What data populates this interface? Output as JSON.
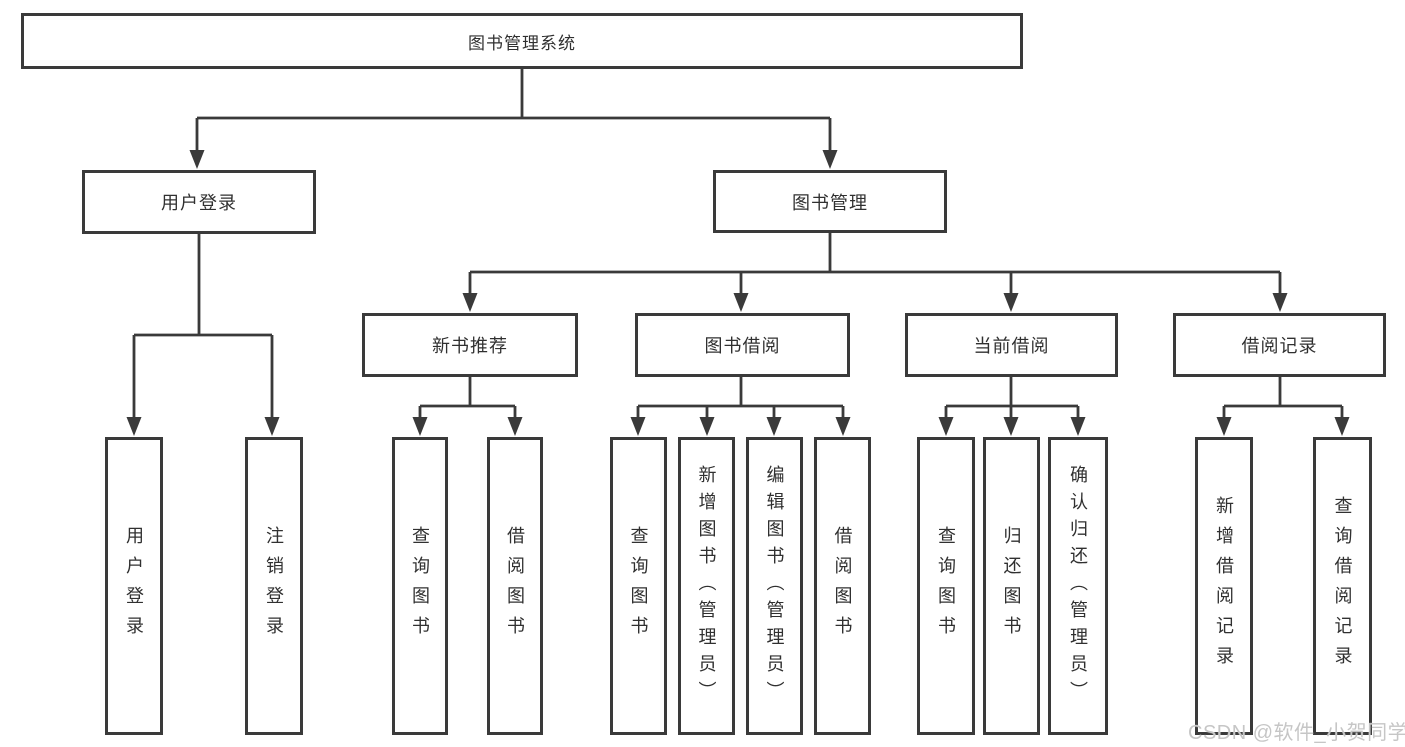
{
  "tree": {
    "root": {
      "label": "图书管理系统"
    },
    "children": [
      {
        "label": "用户登录",
        "leaves": [
          {
            "label": "用户登录"
          },
          {
            "label": "注销登录"
          }
        ]
      },
      {
        "label": "图书管理",
        "groups": [
          {
            "label": "新书推荐",
            "leaves": [
              {
                "label": "查询图书"
              },
              {
                "label": "借阅图书"
              }
            ]
          },
          {
            "label": "图书借阅",
            "leaves": [
              {
                "label": "查询图书"
              },
              {
                "label": "新增图书（管理员）"
              },
              {
                "label": "编辑图书（管理员）"
              },
              {
                "label": "借阅图书"
              }
            ]
          },
          {
            "label": "当前借阅",
            "leaves": [
              {
                "label": "查询图书"
              },
              {
                "label": "归还图书"
              },
              {
                "label": "确认归还（管理员）"
              }
            ]
          },
          {
            "label": "借阅记录",
            "leaves": [
              {
                "label": "新增借阅记录"
              },
              {
                "label": "查询借阅记录"
              }
            ]
          }
        ]
      }
    ]
  },
  "watermark": {
    "text": "CSDN @软件_小贺同学"
  },
  "colors": {
    "line": "#3a3a3a",
    "box_border": "#3a3a3a",
    "box_background": "#ffffff",
    "text": "#303030",
    "watermark": "#c6c6c6",
    "background": "#ffffff"
  }
}
